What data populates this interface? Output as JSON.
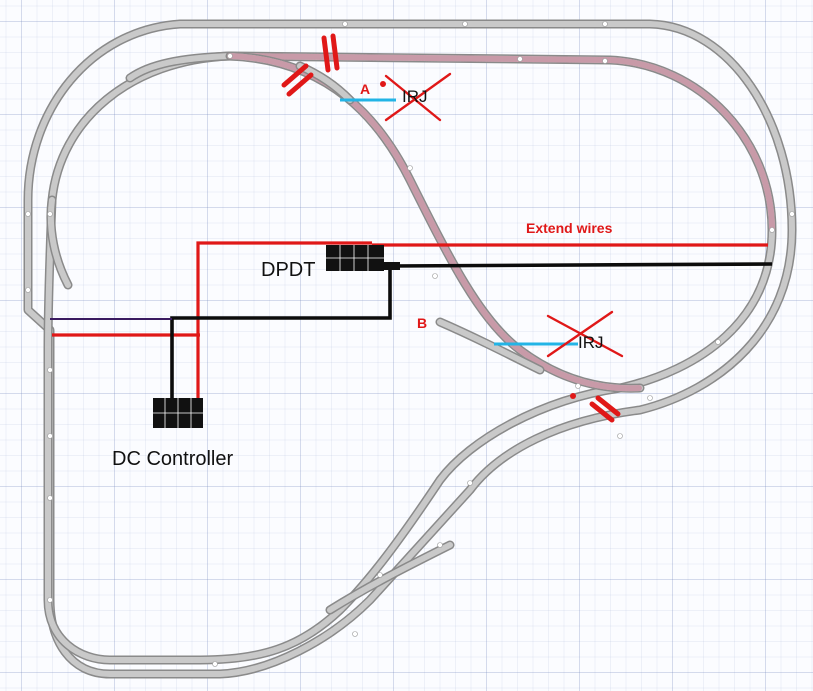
{
  "labels": {
    "extend_wires": "Extend wires",
    "dpdt": "DPDT",
    "dc_controller": "DC Controller",
    "point_a": "A",
    "point_b": "B",
    "irj_a": "IRJ",
    "irj_b": "IRJ"
  },
  "colors": {
    "wire_feed": "#e01818",
    "wire_return": "#0c0c0c",
    "insulated_joiner_marker": "#22b4e6",
    "gap_marker": "#e01818",
    "highlighted_track": "#c89aa8",
    "track": "#8a8a8a"
  },
  "icons": {
    "dpdt_switch": "dpdt-switch-icon",
    "dc_controller": "dc-controller-icon",
    "cross_out": "cross-out-icon"
  }
}
